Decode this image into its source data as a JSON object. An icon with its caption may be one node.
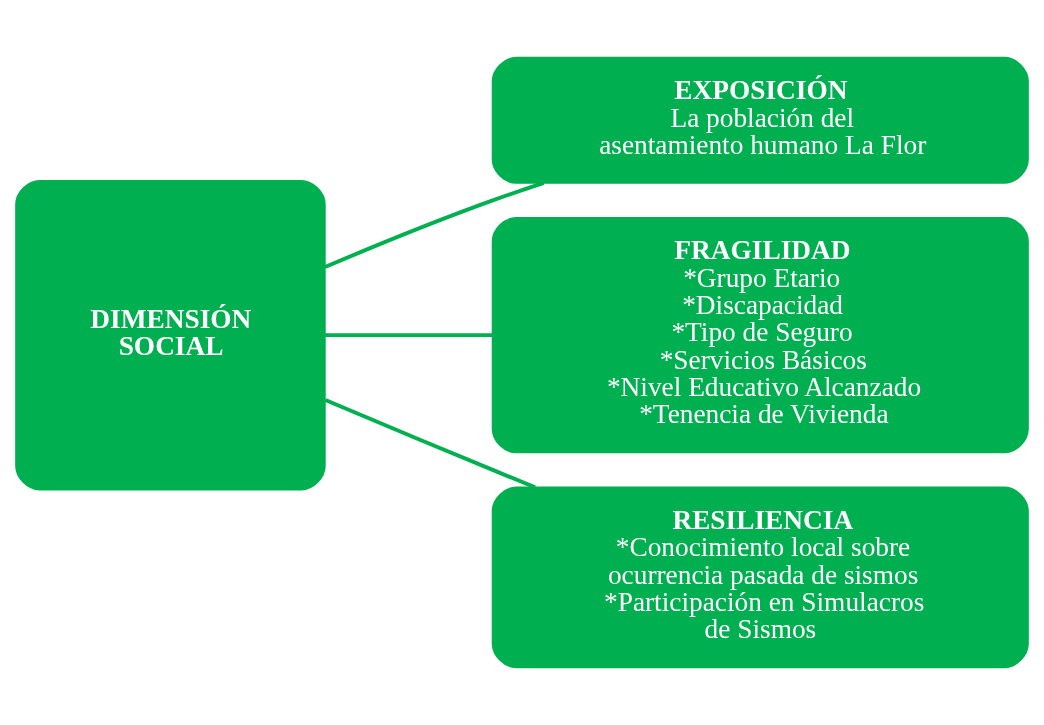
{
  "diagram": {
    "nodes": [
      {
        "text": [
          "DIMENSIÓN SOCIAL"
        ]
      },
      {
        "text": [
          "EXPOSICIÓN",
          "La población del asentamiento humano La Flor"
        ]
      },
      {
        "text": [
          "FRAGILIDAD",
          "*Grupo Etario",
          "*Discapacidad",
          "*Tipo de Seguro",
          "*Servicios Básicos",
          "*Nivel Educativo Alcanzado",
          "*Tenencia de Vivienda"
        ]
      },
      {
        "text": [
          "RESILIENCIA",
          "*Conocimiento local sobre ocurrencia pasada de sismos",
          "*Participación en Simulacros de Sismos"
        ]
      }
    ],
    "edges": [
      {
        "from": 0,
        "to": 1,
        "arrow": "none"
      },
      {
        "from": 0,
        "to": 2,
        "arrow": "none"
      },
      {
        "from": 0,
        "to": 3,
        "arrow": "none"
      }
    ]
  }
}
